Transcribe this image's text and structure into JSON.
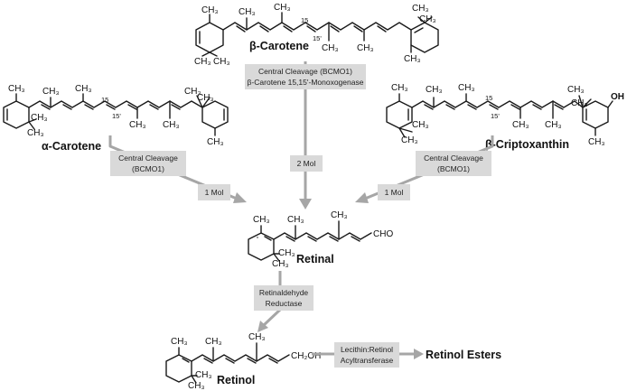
{
  "compounds": {
    "beta_carotene": {
      "name": "β-Carotene",
      "locant_a": "15",
      "locant_b": "15'"
    },
    "alpha_carotene": {
      "name": "α-Carotene",
      "locant_a": "15",
      "locant_b": "15'"
    },
    "beta_cryptoxanthin": {
      "name": "β-Criptoxanthin",
      "locant_a": "15",
      "locant_b": "15'"
    },
    "retinal": {
      "name": "Retinal",
      "end_group": "CHO"
    },
    "retinol": {
      "name": "Retinol",
      "end_group": "CH₂OH"
    },
    "retinol_esters": {
      "name": "Retinol Esters"
    }
  },
  "atoms": {
    "methyl": "CH₃",
    "hydroxyl": "OH"
  },
  "enzymes": {
    "bcmo1_top": {
      "line1": "Central Cleavage (BCMO1)",
      "line2": "β-Carotene 15,15'-Monoxogenase"
    },
    "bcmo1_left": {
      "line1": "Central Cleavage",
      "line2": "(BCMO1)"
    },
    "bcmo1_right": {
      "line1": "Central Cleavage",
      "line2": "(BCMO1)"
    },
    "reductase": {
      "line1": "Retinaldehyde",
      "line2": "Reductase"
    },
    "lrat": {
      "line1": "Lecithin:Retinol",
      "line2": "Acyltransferase"
    }
  },
  "yields": {
    "left": "1 Mol",
    "center": "2 Mol",
    "right": "1 Mol"
  },
  "colors": {
    "box": "#d9d9d9",
    "arrow": "#a6a6a6",
    "ink": "#1a1a1a"
  }
}
